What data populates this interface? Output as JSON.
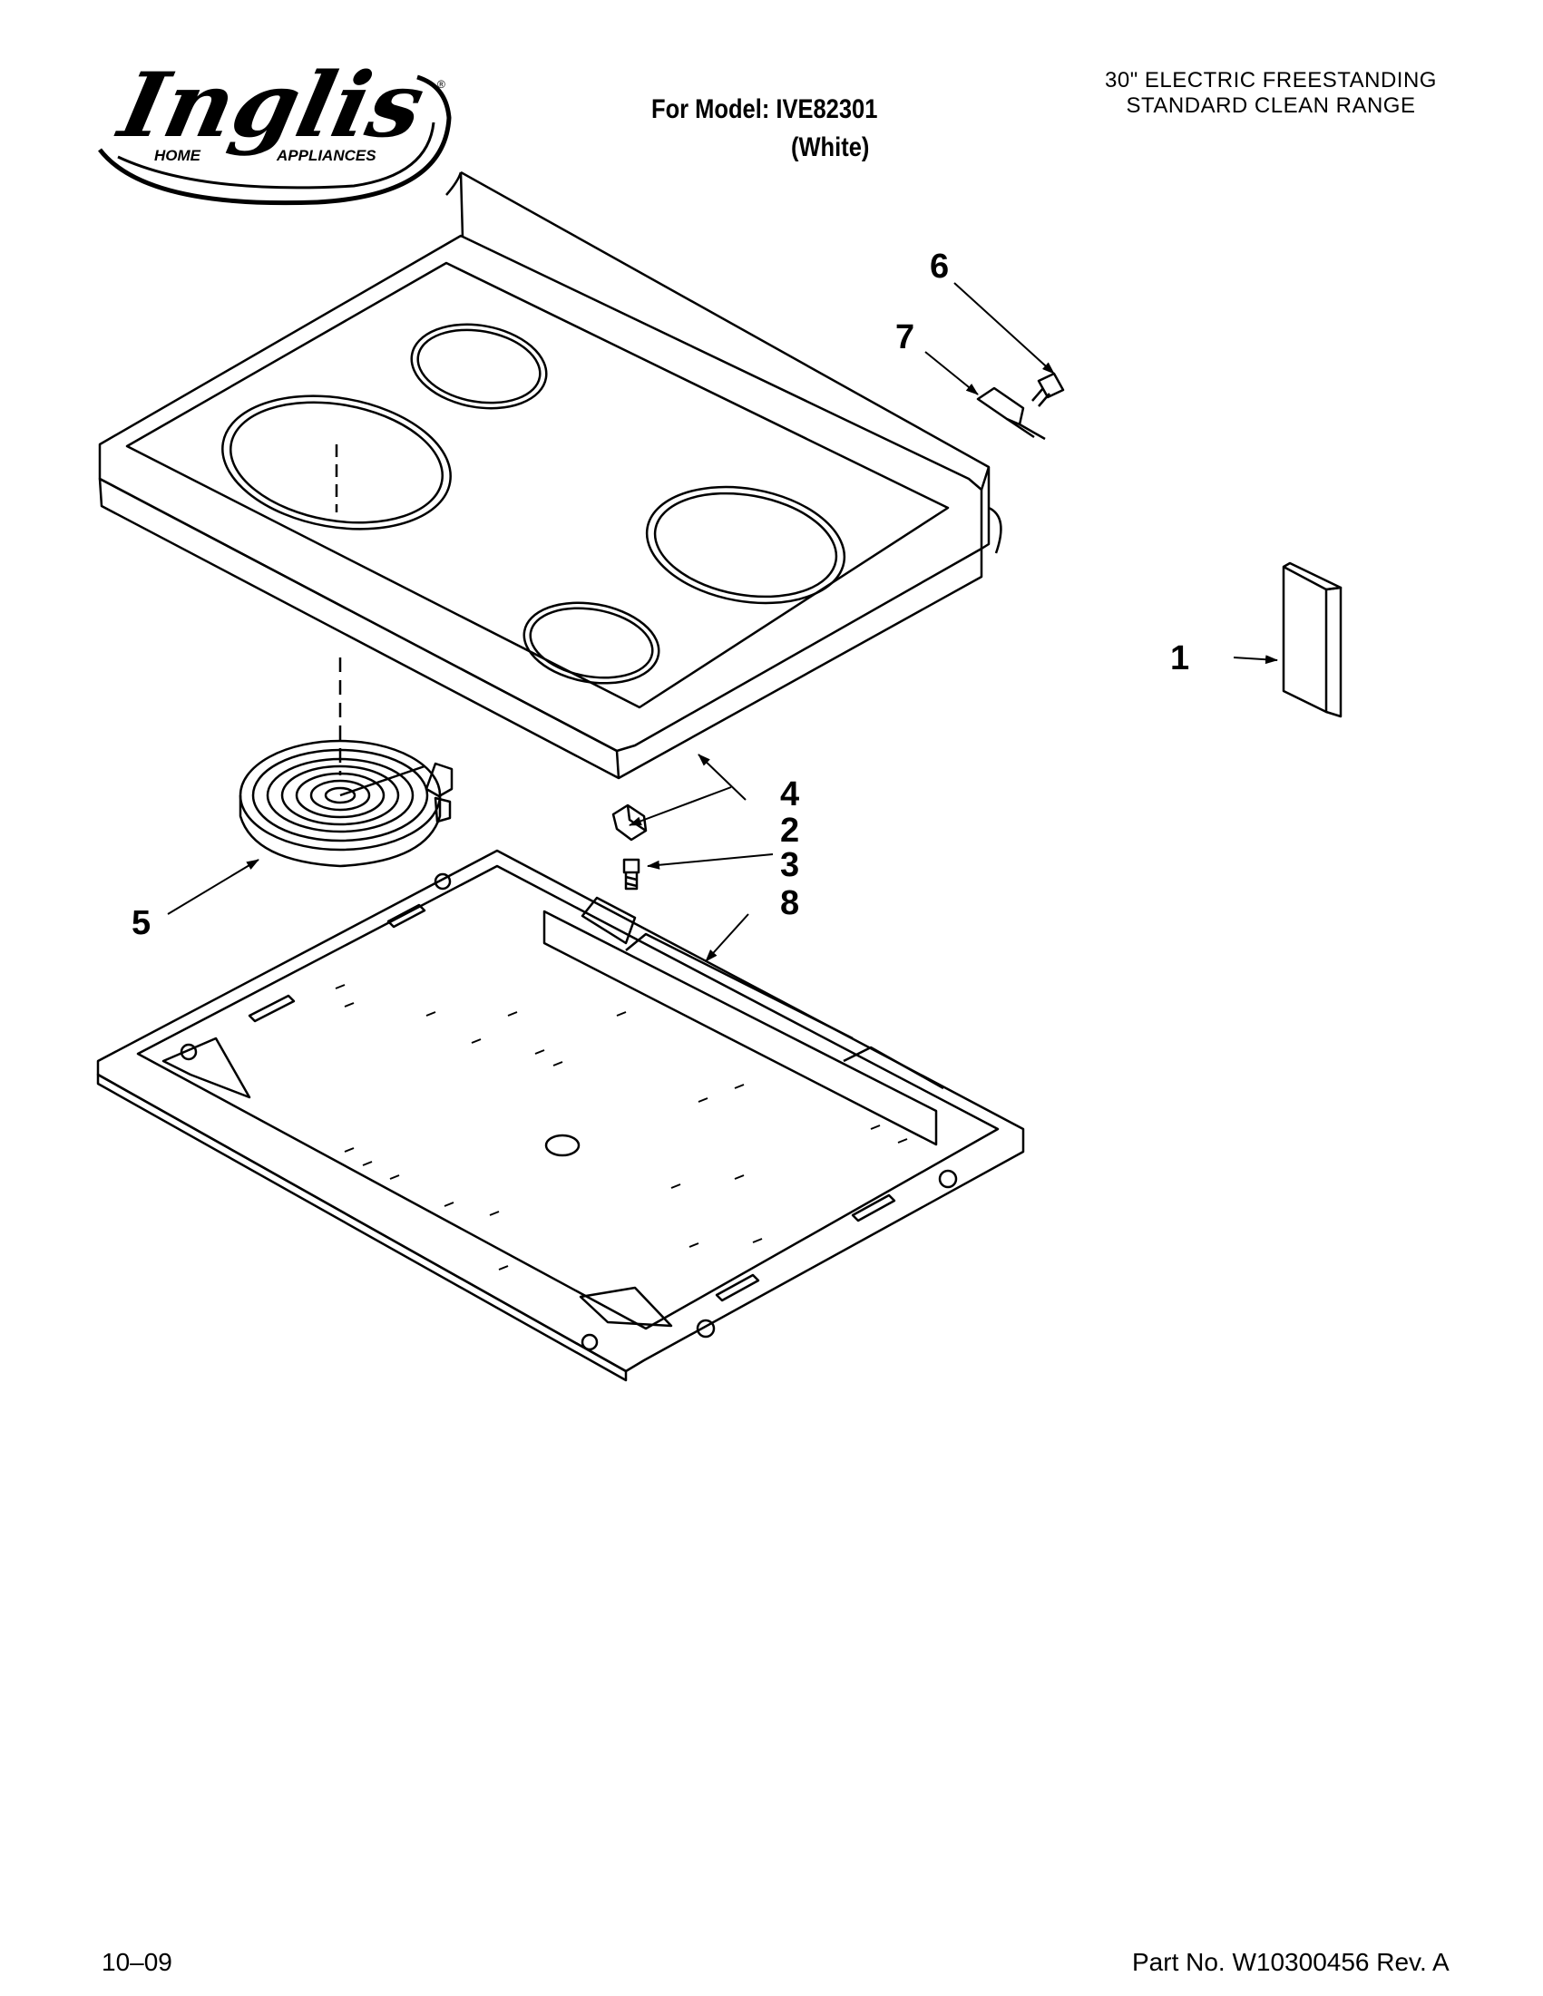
{
  "header": {
    "brand_name": "Inglis",
    "brand_subtitle_left": "HOME",
    "brand_subtitle_right": "APPLIANCES",
    "model_line": "For Model: IVE82301",
    "model_color": "(White)",
    "range_title_line1": "30\" ELECTRIC FREESTANDING",
    "range_title_line2": "STANDARD CLEAN RANGE"
  },
  "diagram": {
    "callouts": [
      "1",
      "2",
      "3",
      "4",
      "5",
      "6",
      "7",
      "8"
    ],
    "line_color": "#000000"
  },
  "footer": {
    "date": "10–09",
    "part_number": "Part No. W10300456 Rev. A"
  }
}
